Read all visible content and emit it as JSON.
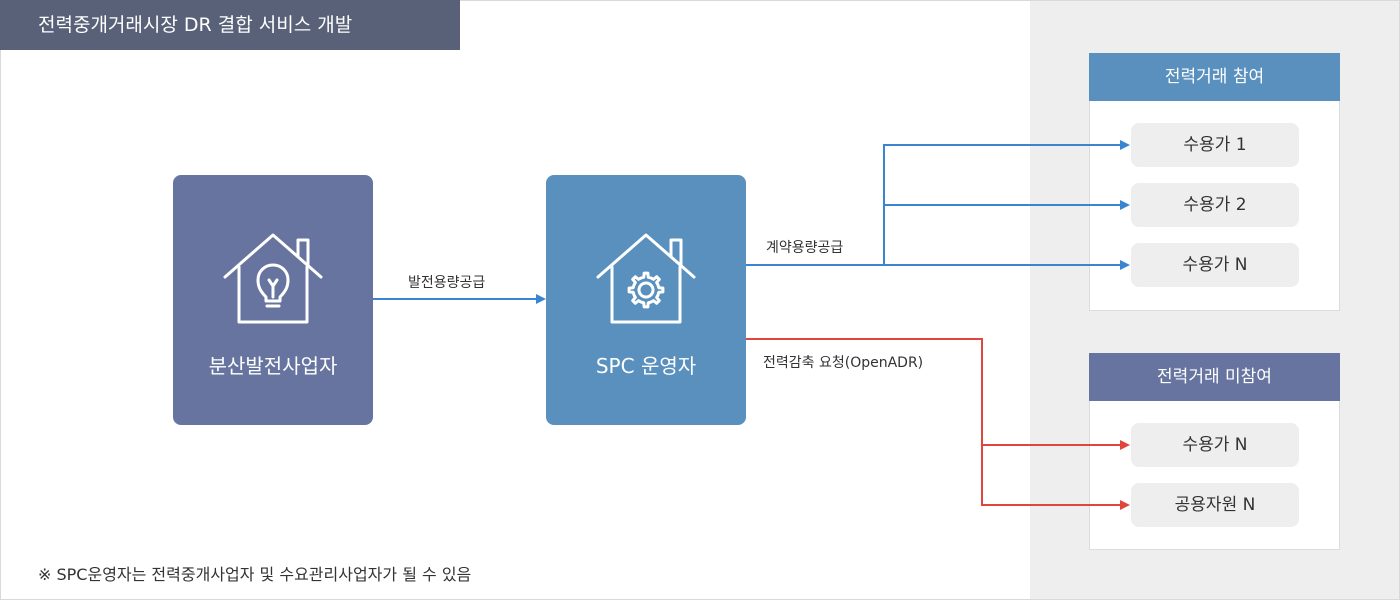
{
  "title": "전력중개거래시장 DR 결합 서비스 개발",
  "nodes": {
    "generator": {
      "label": "분산발전사업자",
      "icon": "house-lightbulb-icon",
      "color": "#66749f"
    },
    "spc": {
      "label": "SPC 운영자",
      "icon": "house-gear-icon",
      "color": "#5a90be"
    }
  },
  "edges": {
    "supply": {
      "label": "발전용량공급",
      "color": "#3a85d0"
    },
    "contract": {
      "label": "계약용량공급",
      "color": "#3a85d0"
    },
    "reduction": {
      "label": "전력감축 요청(OpenADR)",
      "color": "#e0463c"
    }
  },
  "panels": {
    "participate": {
      "title": "전력거래 참여",
      "items": [
        "수용가 1",
        "수용가 2",
        "수용가 N"
      ]
    },
    "nonparticipate": {
      "title": "전력거래 미참여",
      "items": [
        "수용가 N",
        "공용자원 N"
      ]
    }
  },
  "footnote": "※ SPC운영자는 전력중개사업자 및 수요관리사업자가 될 수 있음"
}
